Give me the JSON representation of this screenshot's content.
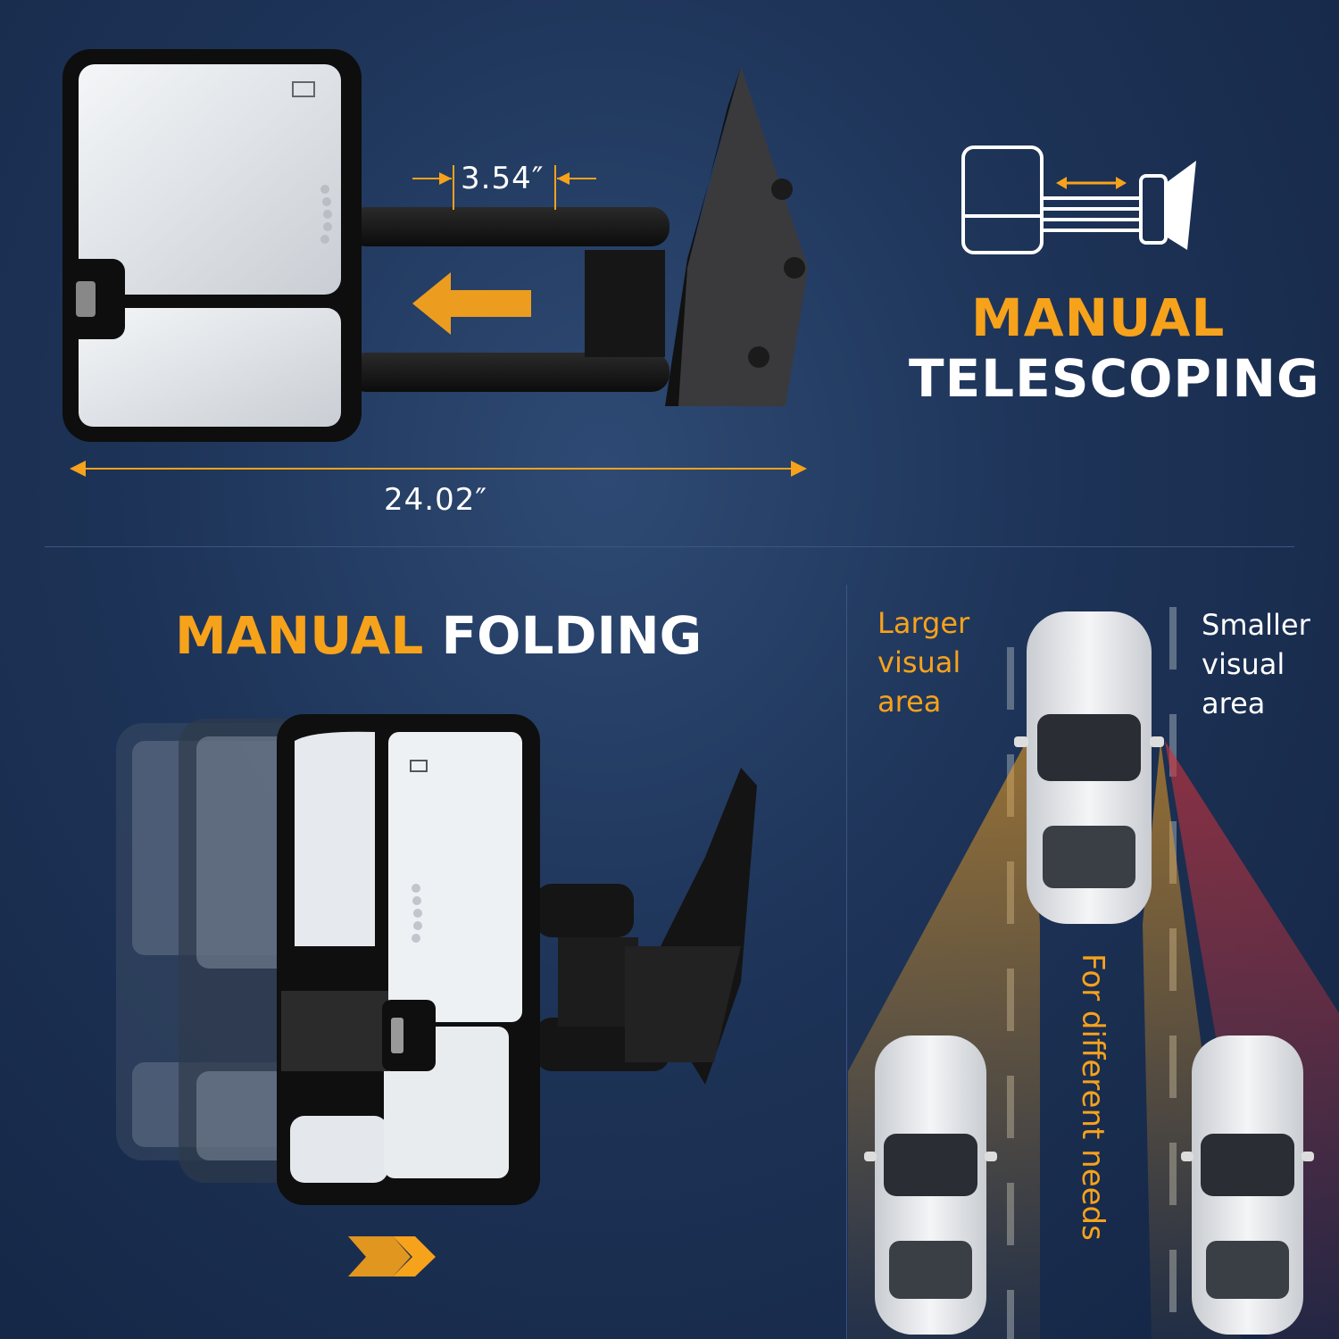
{
  "colors": {
    "accent": "#f7a21b",
    "text": "#ffffff",
    "background": "#1d3357",
    "red_view": "#c8323a"
  },
  "telescoping": {
    "gap_dimension": "3.54″",
    "width_dimension": "24.02″",
    "title_word1": "MANUAL",
    "title_word2": "TELESCOPING",
    "icon": "telescoping-mirror-icon"
  },
  "folding": {
    "title_word1": "MANUAL",
    "title_word2": "FOLDING",
    "icon": "double-chevron-right-icon"
  },
  "visual_area": {
    "larger_label": "Larger\nvisual\narea",
    "smaller_label": "Smaller\nvisual\narea",
    "different_needs": "For different needs"
  }
}
